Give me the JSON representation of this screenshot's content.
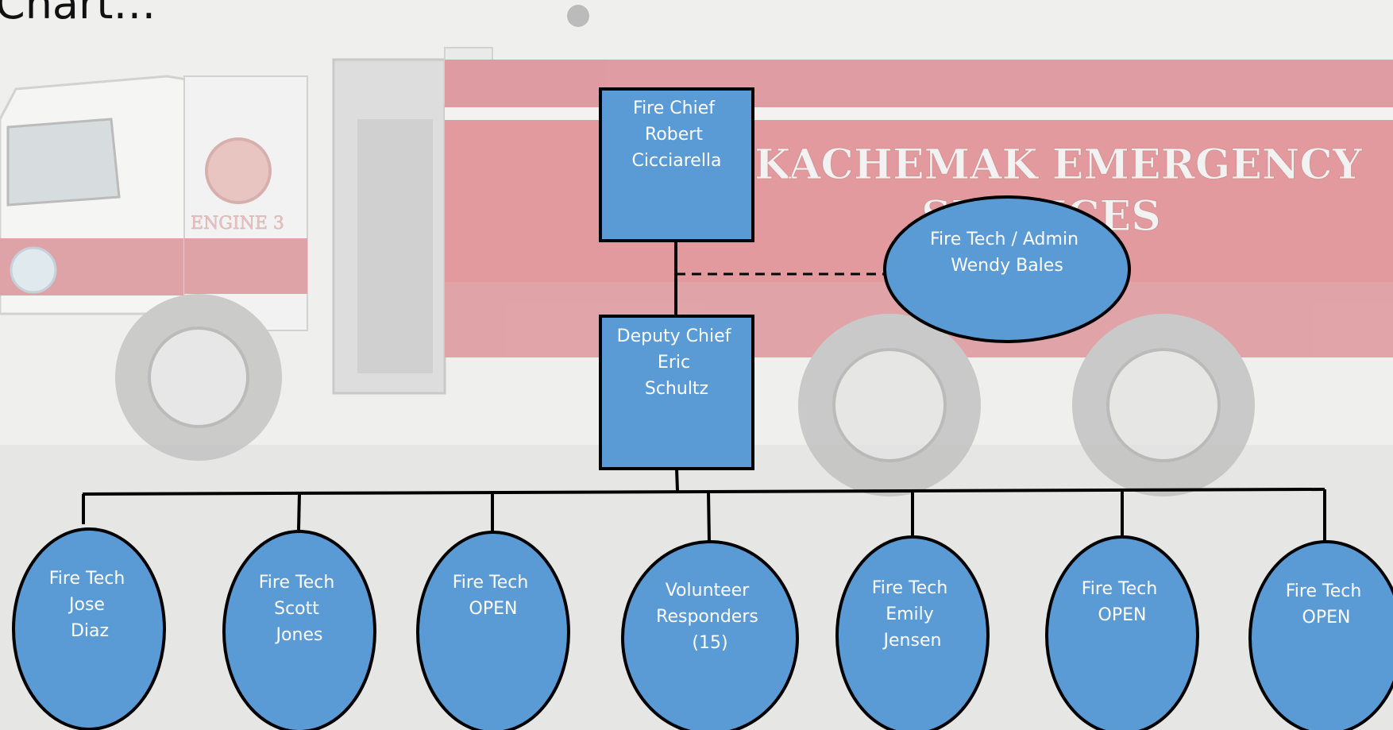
{
  "title": "Chart…",
  "background_text": {
    "engine_label": "ENGINE 3",
    "truck_text_line1": "KACHEMAK EMERGENCY",
    "truck_text_line2": "SERVICES"
  },
  "colors": {
    "node_fill": "#5b9bd5",
    "node_stroke": "#000000",
    "node_text": "#ffffff",
    "truck_red": "#d96b73"
  },
  "nodes": {
    "fire_chief": {
      "lines": [
        "Fire Chief",
        "Robert",
        "Cicciarella"
      ]
    },
    "admin": {
      "lines": [
        "Fire Tech / Admin",
        "Wendy Bales"
      ]
    },
    "deputy_chief": {
      "lines": [
        "Deputy Chief",
        "Eric",
        "Schultz"
      ]
    },
    "bottom": [
      {
        "lines": [
          "Fire Tech",
          "Jose",
          "Diaz"
        ]
      },
      {
        "lines": [
          "Fire Tech",
          "Scott",
          "Jones"
        ]
      },
      {
        "lines": [
          "Fire Tech",
          "OPEN"
        ]
      },
      {
        "lines": [
          "Volunteer",
          "Responders",
          "(15)"
        ]
      },
      {
        "lines": [
          "Fire Tech",
          "Emily",
          "Jensen"
        ]
      },
      {
        "lines": [
          "Fire Tech",
          "OPEN"
        ]
      },
      {
        "lines": [
          "Fire Tech",
          "OPEN"
        ]
      }
    ]
  }
}
